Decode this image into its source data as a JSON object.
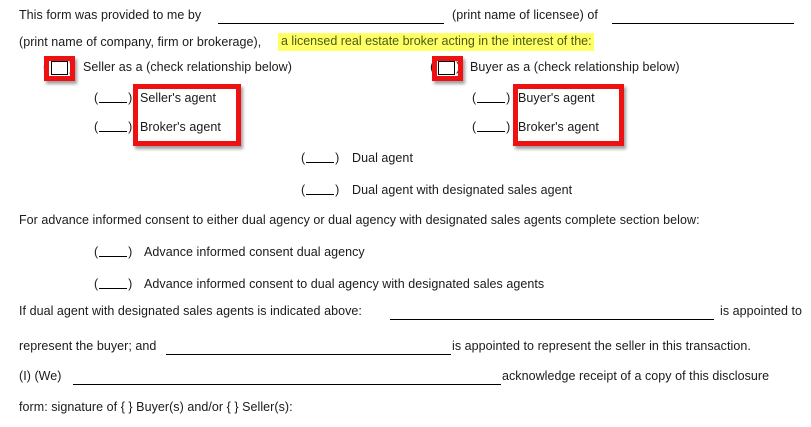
{
  "document": {
    "type": "real-estate-agency-disclosure-form",
    "lines": {
      "intro_1a": "This form was provided to me by",
      "intro_1b": "(print name of licensee) of",
      "intro_2a": "(print name of company, firm or brokerage),",
      "intro_2_highlight": "a licensed real estate broker acting in the interest of the:",
      "seller_option": "Seller as a (check relationship below)",
      "buyer_option": "Buyer as a (check relationship below)",
      "sellers_agent": "Seller's agent",
      "brokers_agent_left": "Broker's agent",
      "buyers_agent": "Buyer's agent",
      "brokers_agent_right": "Broker's agent",
      "dual_agent": "Dual agent",
      "dual_agent_designated": "Dual agent with designated sales agent",
      "advance_consent_intro": "For advance informed consent to either dual agency or dual agency with designated sales agents complete section below:",
      "advance_consent_dual": "Advance informed consent dual agency",
      "advance_consent_designated": "Advance informed consent to dual agency with designated sales agents",
      "designated_line_a": "If dual agent with designated sales agents is indicated above:",
      "designated_line_b": "is  appointed  to",
      "represent_buyer_a": "represent the buyer; and",
      "represent_buyer_b": "is appointed to represent the seller in this transaction.",
      "acknowledge_a": "(I) (We)",
      "acknowledge_b": "acknowledge receipt of a copy of this disclosure",
      "signature_line": "form: signature of {     } Buyer(s) and/or {     } Seller(s):"
    },
    "colors": {
      "annotation_red": "#ee1111",
      "highlight_yellow": "#ffff66",
      "highlight_text": "#4d5a14",
      "body_text": "#1a1a1a",
      "page_background": "#ffffff"
    },
    "annotations": {
      "seller_checkbox_box": "red-box-around-seller-checkbox",
      "buyer_checkbox_box": "red-box-around-buyer-checkbox",
      "left_agent_box": "red-box-around-sellers-and-brokers-agent",
      "right_agent_box": "red-box-around-buyers-and-brokers-agent"
    }
  }
}
